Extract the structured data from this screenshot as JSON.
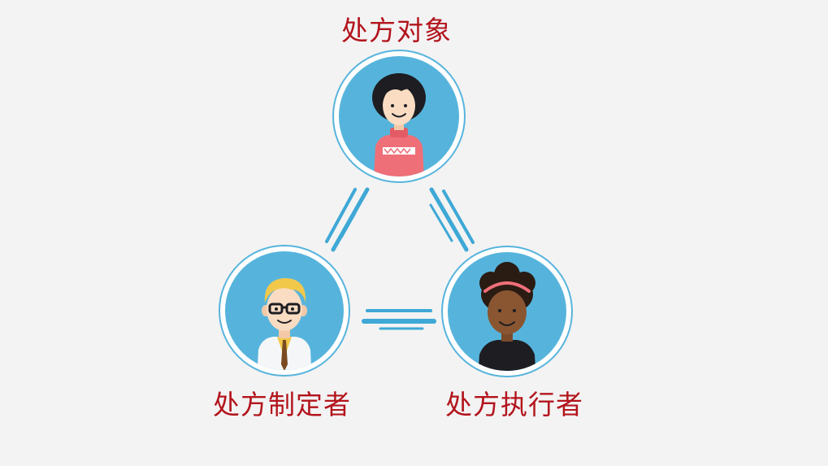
{
  "nodes": {
    "top": {
      "label": "处方对象"
    },
    "left": {
      "label": "处方制定者"
    },
    "right": {
      "label": "处方执行者"
    }
  },
  "colors": {
    "label": "#b3141c",
    "circle_fill": "#56b4dc",
    "circle_ring": "#56b4dc",
    "connector": "#3ea8d6",
    "background": "#f3f3f3"
  },
  "icons": {
    "top": "woman-patient-icon",
    "left": "doctor-icon",
    "right": "caregiver-woman-icon"
  }
}
